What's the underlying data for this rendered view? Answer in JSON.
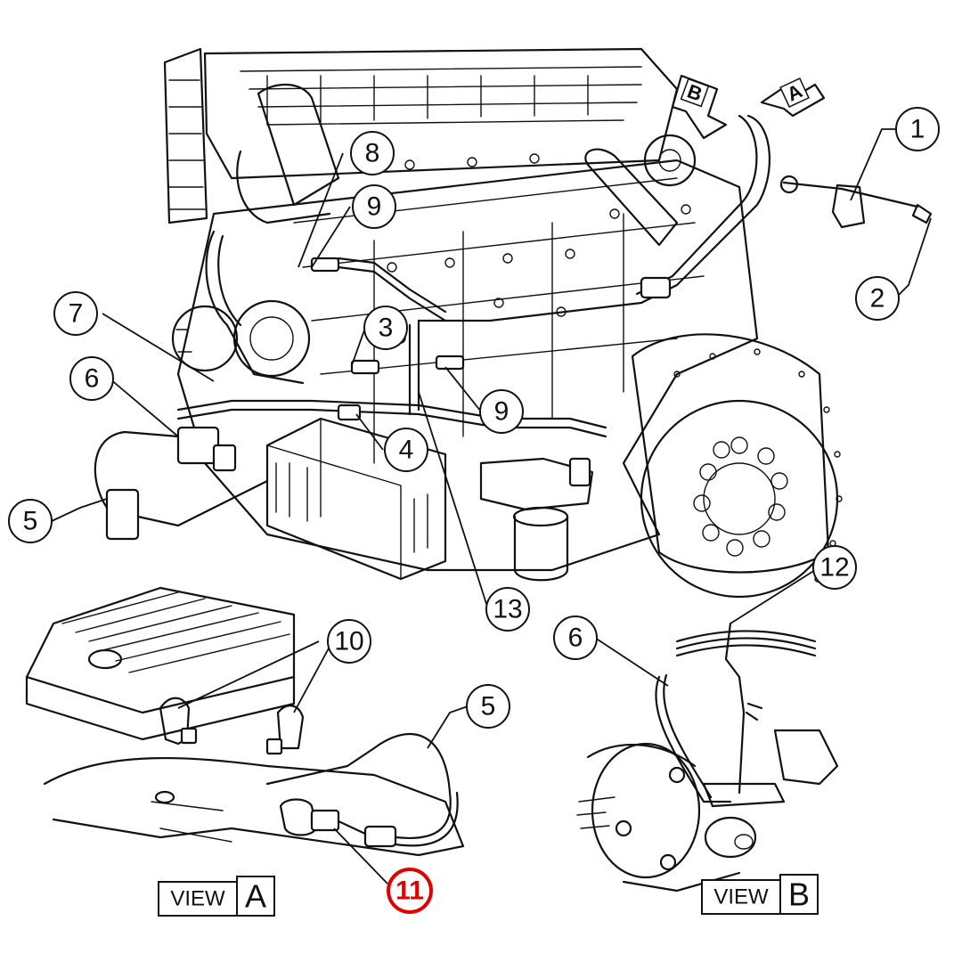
{
  "callouts": [
    {
      "id": "c1",
      "label": "1"
    },
    {
      "id": "c2",
      "label": "2"
    },
    {
      "id": "c3",
      "label": "3"
    },
    {
      "id": "c4",
      "label": "4"
    },
    {
      "id": "c5a",
      "label": "5"
    },
    {
      "id": "c5b",
      "label": "5"
    },
    {
      "id": "c6a",
      "label": "6"
    },
    {
      "id": "c6b",
      "label": "6"
    },
    {
      "id": "c7",
      "label": "7"
    },
    {
      "id": "c8",
      "label": "8"
    },
    {
      "id": "c9a",
      "label": "9"
    },
    {
      "id": "c9b",
      "label": "9"
    },
    {
      "id": "c10",
      "label": "10"
    },
    {
      "id": "c11",
      "label": "11",
      "highlight": true
    },
    {
      "id": "c12",
      "label": "12"
    },
    {
      "id": "c13",
      "label": "13"
    }
  ],
  "highlight_color": "#e00000",
  "view_a": {
    "word": "VIEW",
    "letter": "A"
  },
  "view_b": {
    "word": "VIEW",
    "letter": "B"
  },
  "arrow_a": "A",
  "arrow_b": "B"
}
